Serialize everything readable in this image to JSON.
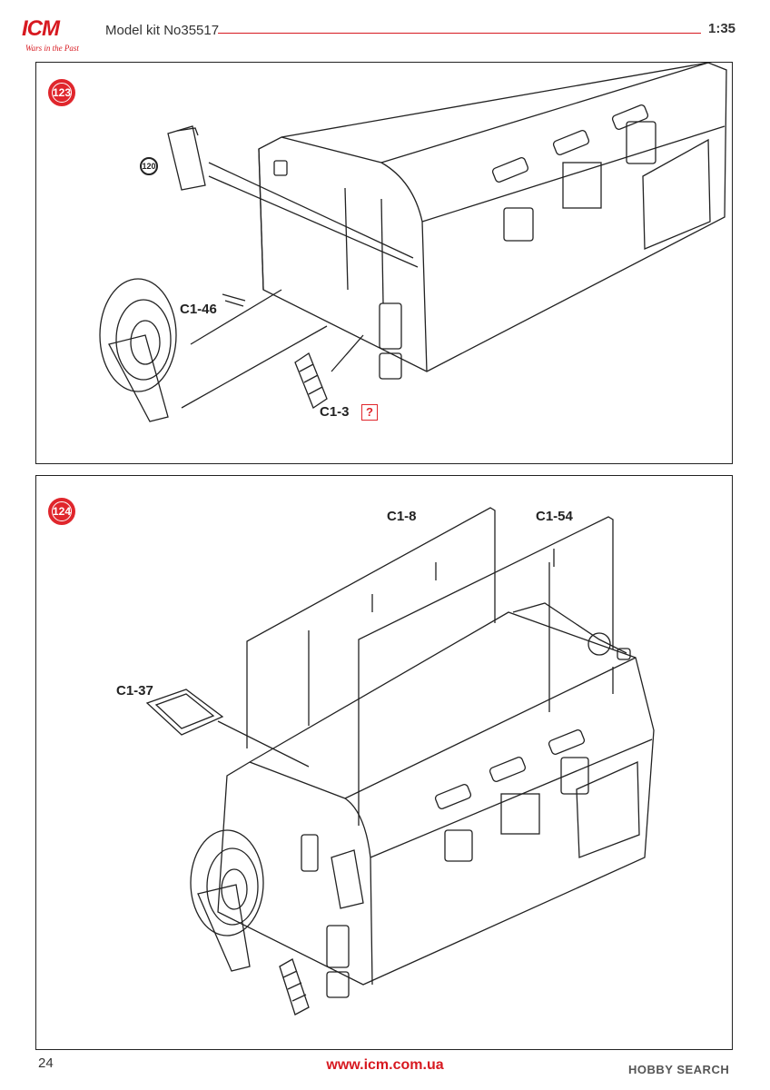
{
  "header": {
    "logo": "ICM",
    "logo_tagline": "Wars in the Past",
    "kit": "Model kit No35517",
    "scale": "1:35"
  },
  "steps": [
    {
      "number": "123",
      "reference": "120",
      "labels": [
        "C1-46",
        "C1-3"
      ],
      "note_mark": "?"
    },
    {
      "number": "124",
      "labels": [
        "C1-8",
        "C1-54",
        "C1-37"
      ]
    }
  ],
  "footer": {
    "page": "24",
    "url": "www.icm.com.ua",
    "watermark": "HOBBY SEARCH"
  },
  "colors": {
    "accent": "#d71920",
    "line": "#222222"
  }
}
